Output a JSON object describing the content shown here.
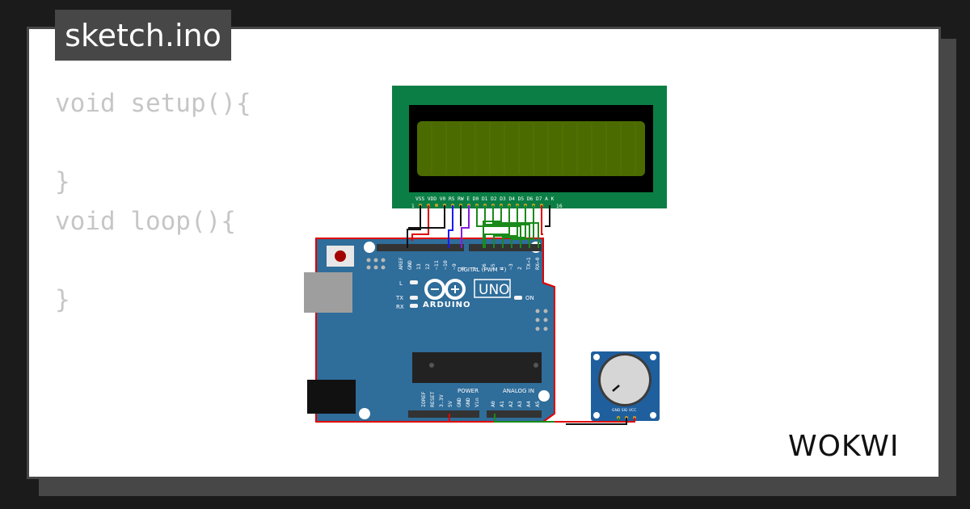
{
  "file_tab": {
    "label": "sketch.ino"
  },
  "code_lines": [
    "void setup(){",
    "",
    "}",
    "void loop(){",
    "",
    "}"
  ],
  "lcd": {
    "pin_labels": "VSS VDD V0 RS RW E D0 D1 D2 D3 D4 D5 D6 D7 A K",
    "pin_first": "1",
    "pin_last": "16"
  },
  "arduino": {
    "brand": "ARDUINO",
    "model": "UNO",
    "digital_label": "DIGITAL (PWM ~)",
    "analog_label": "ANALOG IN",
    "power_label": "POWER",
    "led_l": "L",
    "led_tx": "TX",
    "led_rx": "RX",
    "led_on": "ON",
    "digital_pins": [
      "AREF",
      "GND",
      "13",
      "12",
      "~11",
      "~10",
      "~9",
      "8",
      "7",
      "~6",
      "~5",
      "4",
      "~3",
      "2",
      "TX→1",
      "RX←0"
    ],
    "power_pins": [
      "IOREF",
      "RESET",
      "3.3V",
      "5V",
      "GND",
      "GND",
      "Vin"
    ],
    "analog_pins": [
      "A0",
      "A1",
      "A2",
      "A3",
      "A4",
      "A5"
    ]
  },
  "potentiometer": {
    "pin_labels": "GND SIG VCC"
  },
  "brand_logo": {
    "text": "WOKWI"
  },
  "colors": {
    "background": "#1b1b1b",
    "card_border": "#474747",
    "lcd_board": "#0b7e45",
    "lcd_screen": "#4b6b00",
    "arduino_board": "#2f6d9a",
    "pot_board": "#1f5f9e",
    "wire_red": "#e00000",
    "wire_black": "#111111",
    "wire_green": "#1a8a1a",
    "wire_blue": "#1a1aff",
    "wire_purple": "#8a1adf"
  }
}
